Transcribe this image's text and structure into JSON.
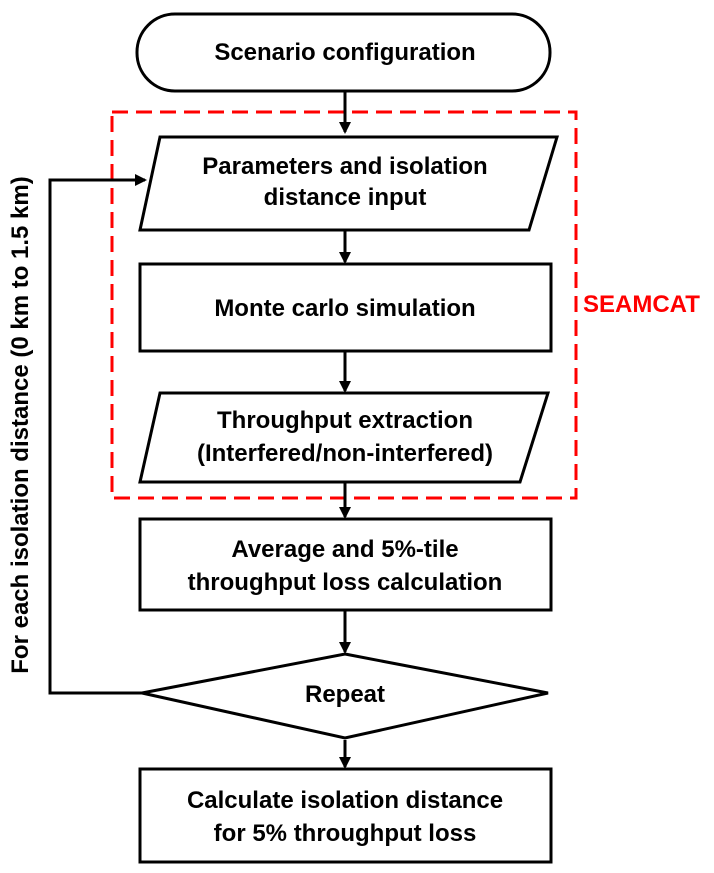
{
  "nodes": {
    "scenario": "Scenario configuration",
    "params_line1": "Parameters and isolation",
    "params_line2": "distance input",
    "monte_carlo": "Monte carlo simulation",
    "throughput_line1": "Throughput extraction",
    "throughput_line2": "(Interfered/non-interfered)",
    "average_line1": "Average and 5%-tile",
    "average_line2": "throughput loss calculation",
    "repeat": "Repeat",
    "calculate_line1": "Calculate isolation distance",
    "calculate_line2": "for 5% throughput loss"
  },
  "group": {
    "label": "SEAMCAT",
    "color": "#ff0000"
  },
  "loop_label": "For each isolation distance (0 km to 1.5 km)"
}
